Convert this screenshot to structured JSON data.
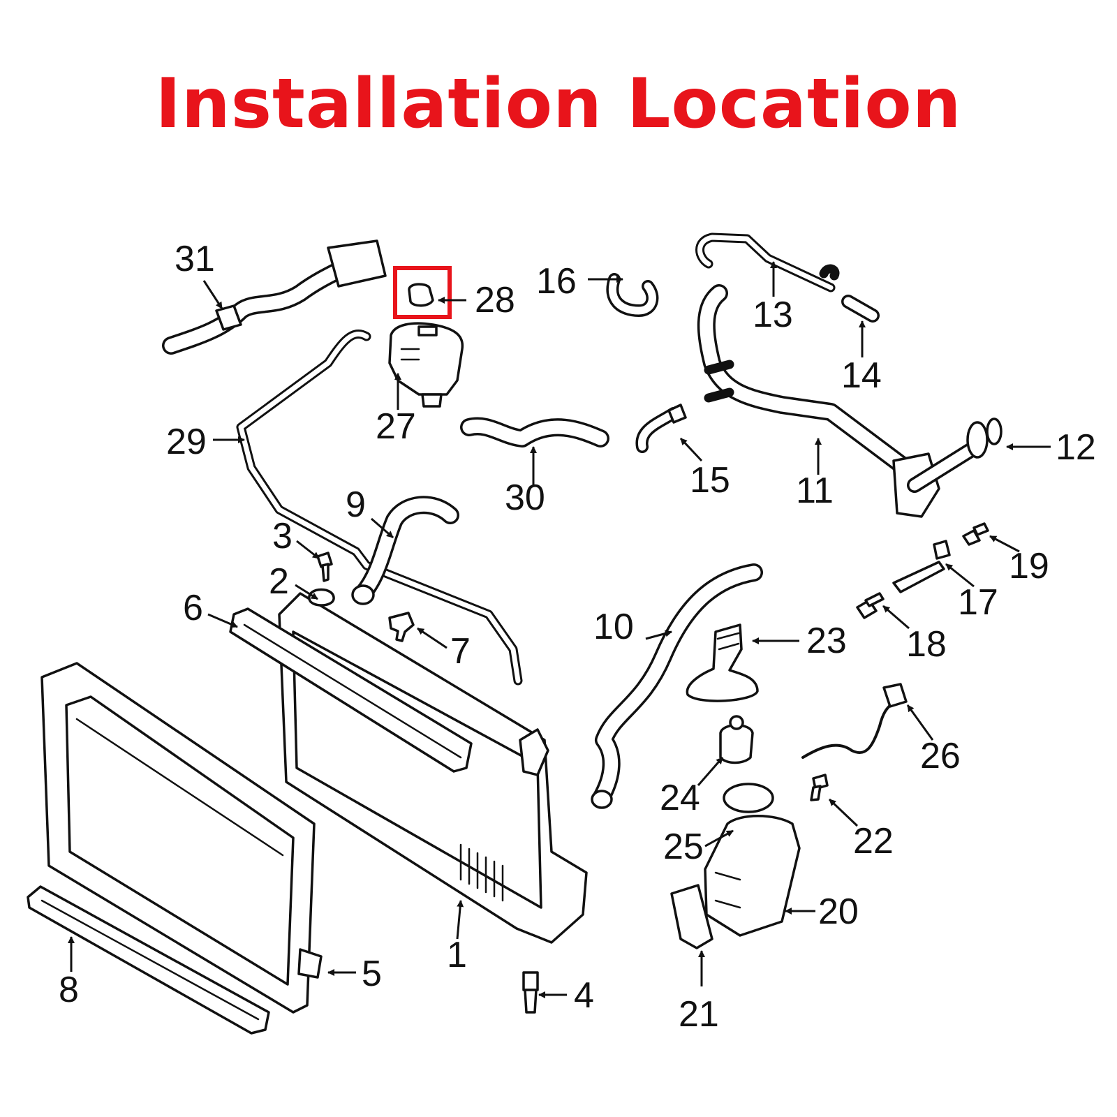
{
  "title": {
    "text": "Installation Location",
    "color": "#e8141b"
  },
  "highlight": {
    "part": "28",
    "color": "#e8141b"
  },
  "callouts": [
    "1",
    "2",
    "3",
    "4",
    "5",
    "6",
    "7",
    "8",
    "9",
    "10",
    "11",
    "12",
    "13",
    "14",
    "15",
    "16",
    "17",
    "18",
    "19",
    "20",
    "21",
    "22",
    "23",
    "24",
    "25",
    "26",
    "27",
    "28",
    "29",
    "30",
    "31"
  ]
}
